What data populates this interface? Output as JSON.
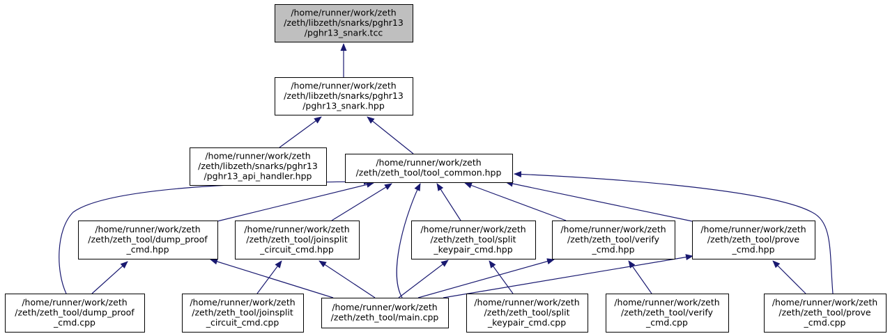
{
  "colors": {
    "edge": "#191970",
    "node_fill": "#ffffff",
    "highlight_fill": "#bfbfbf",
    "border": "#000000"
  },
  "nodes": [
    {
      "id": "n_tcc",
      "lines": [
        "/home/runner/work/zeth",
        "/zeth/libzeth/snarks/pghr13",
        "/pghr13_snark.tcc"
      ],
      "highlight": true
    },
    {
      "id": "n_snark_hpp",
      "lines": [
        "/home/runner/work/zeth",
        "/zeth/libzeth/snarks/pghr13",
        "/pghr13_snark.hpp"
      ]
    },
    {
      "id": "n_api_handler",
      "lines": [
        "/home/runner/work/zeth",
        "/zeth/libzeth/snarks/pghr13",
        "/pghr13_api_handler.hpp"
      ]
    },
    {
      "id": "n_tool_common",
      "lines": [
        "/home/runner/work/zeth",
        "/zeth/zeth_tool/tool_common.hpp"
      ]
    },
    {
      "id": "n_dump_hpp",
      "lines": [
        "/home/runner/work/zeth",
        "/zeth/zeth_tool/dump_proof",
        "_cmd.hpp"
      ]
    },
    {
      "id": "n_joinsplit_hpp",
      "lines": [
        "/home/runner/work/zeth",
        "/zeth/zeth_tool/joinsplit",
        "_circuit_cmd.hpp"
      ]
    },
    {
      "id": "n_split_hpp",
      "lines": [
        "/home/runner/work/zeth",
        "/zeth/zeth_tool/split",
        "_keypair_cmd.hpp"
      ]
    },
    {
      "id": "n_verify_hpp",
      "lines": [
        "/home/runner/work/zeth",
        "/zeth/zeth_tool/verify",
        "_cmd.hpp"
      ]
    },
    {
      "id": "n_prove_hpp",
      "lines": [
        "/home/runner/work/zeth",
        "/zeth/zeth_tool/prove",
        "_cmd.hpp"
      ]
    },
    {
      "id": "n_dump_cpp",
      "lines": [
        "/home/runner/work/zeth",
        "/zeth/zeth_tool/dump_proof",
        "_cmd.cpp"
      ]
    },
    {
      "id": "n_joinsplit_cpp",
      "lines": [
        "/home/runner/work/zeth",
        "/zeth/zeth_tool/joinsplit",
        "_circuit_cmd.cpp"
      ]
    },
    {
      "id": "n_main_cpp",
      "lines": [
        "/home/runner/work/zeth",
        "/zeth/zeth_tool/main.cpp"
      ]
    },
    {
      "id": "n_split_cpp",
      "lines": [
        "/home/runner/work/zeth",
        "/zeth/zeth_tool/split",
        "_keypair_cmd.cpp"
      ]
    },
    {
      "id": "n_verify_cpp",
      "lines": [
        "/home/runner/work/zeth",
        "/zeth/zeth_tool/verify",
        "_cmd.cpp"
      ]
    },
    {
      "id": "n_prove_cpp",
      "lines": [
        "/home/runner/work/zeth",
        "/zeth/zeth_tool/prove",
        "_cmd.cpp"
      ]
    }
  ],
  "edges": [
    {
      "from": "n_snark_hpp",
      "to": "n_tcc"
    },
    {
      "from": "n_api_handler",
      "to": "n_snark_hpp"
    },
    {
      "from": "n_tool_common",
      "to": "n_snark_hpp"
    },
    {
      "from": "n_dump_cpp",
      "to": "n_tool_common"
    },
    {
      "from": "n_dump_hpp",
      "to": "n_tool_common"
    },
    {
      "from": "n_joinsplit_hpp",
      "to": "n_tool_common"
    },
    {
      "from": "n_main_cpp",
      "to": "n_tool_common"
    },
    {
      "from": "n_split_hpp",
      "to": "n_tool_common"
    },
    {
      "from": "n_verify_hpp",
      "to": "n_tool_common"
    },
    {
      "from": "n_prove_hpp",
      "to": "n_tool_common"
    },
    {
      "from": "n_prove_cpp",
      "to": "n_tool_common"
    },
    {
      "from": "n_dump_cpp",
      "to": "n_dump_hpp"
    },
    {
      "from": "n_main_cpp",
      "to": "n_dump_hpp"
    },
    {
      "from": "n_joinsplit_cpp",
      "to": "n_joinsplit_hpp"
    },
    {
      "from": "n_main_cpp",
      "to": "n_joinsplit_hpp"
    },
    {
      "from": "n_main_cpp",
      "to": "n_split_hpp"
    },
    {
      "from": "n_split_cpp",
      "to": "n_split_hpp"
    },
    {
      "from": "n_main_cpp",
      "to": "n_verify_hpp"
    },
    {
      "from": "n_verify_cpp",
      "to": "n_verify_hpp"
    },
    {
      "from": "n_main_cpp",
      "to": "n_prove_hpp"
    },
    {
      "from": "n_prove_cpp",
      "to": "n_prove_hpp"
    }
  ]
}
